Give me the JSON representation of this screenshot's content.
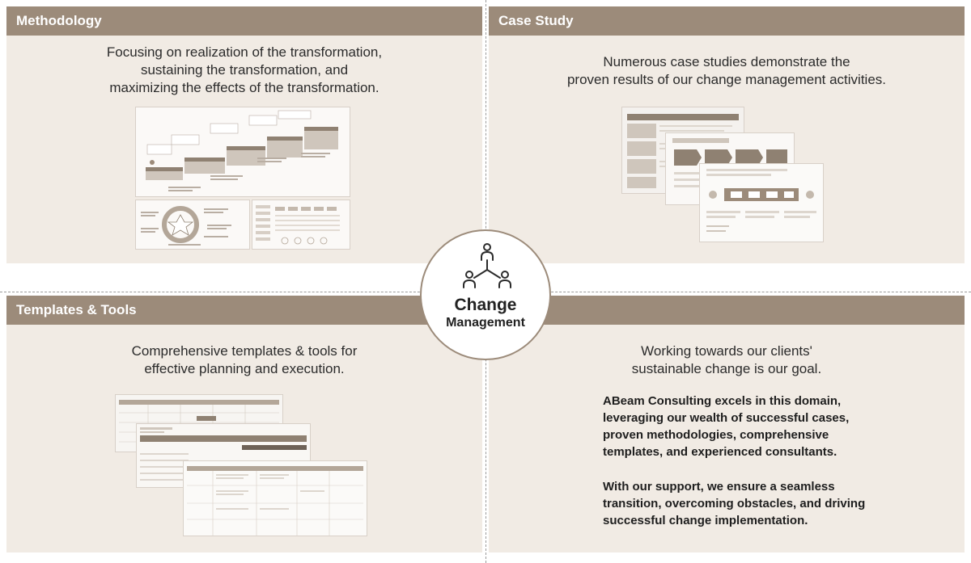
{
  "methodology": {
    "title": "Methodology",
    "lines": [
      "Focusing on realization of the transformation,",
      "sustaining the transformation, and",
      "maximizing the effects of the transformation."
    ]
  },
  "case_study": {
    "title": "Case Study",
    "lines": [
      "Numerous case studies demonstrate the",
      "proven results of our change management activities."
    ]
  },
  "templates": {
    "title": "Templates & Tools",
    "lines": [
      "Comprehensive templates & tools for",
      "effective planning and execution."
    ]
  },
  "goal": {
    "lines": [
      "Working towards our clients'",
      "sustainable change is our goal."
    ],
    "paragraph1": [
      "ABeam Consulting excels in this domain,",
      "leveraging our wealth of successful cases,",
      "proven methodologies, comprehensive",
      "templates, and experienced consultants."
    ],
    "paragraph2": [
      "With our support, we ensure a seamless",
      "transition, overcoming obstacles, and driving",
      "successful change implementation."
    ]
  },
  "center": {
    "title": "Change",
    "subtitle": "Management",
    "icon": "people-network-icon"
  },
  "colors": {
    "header": "#9c8b7a",
    "panel": "#f1ebe4",
    "text": "#2b2b2b"
  }
}
